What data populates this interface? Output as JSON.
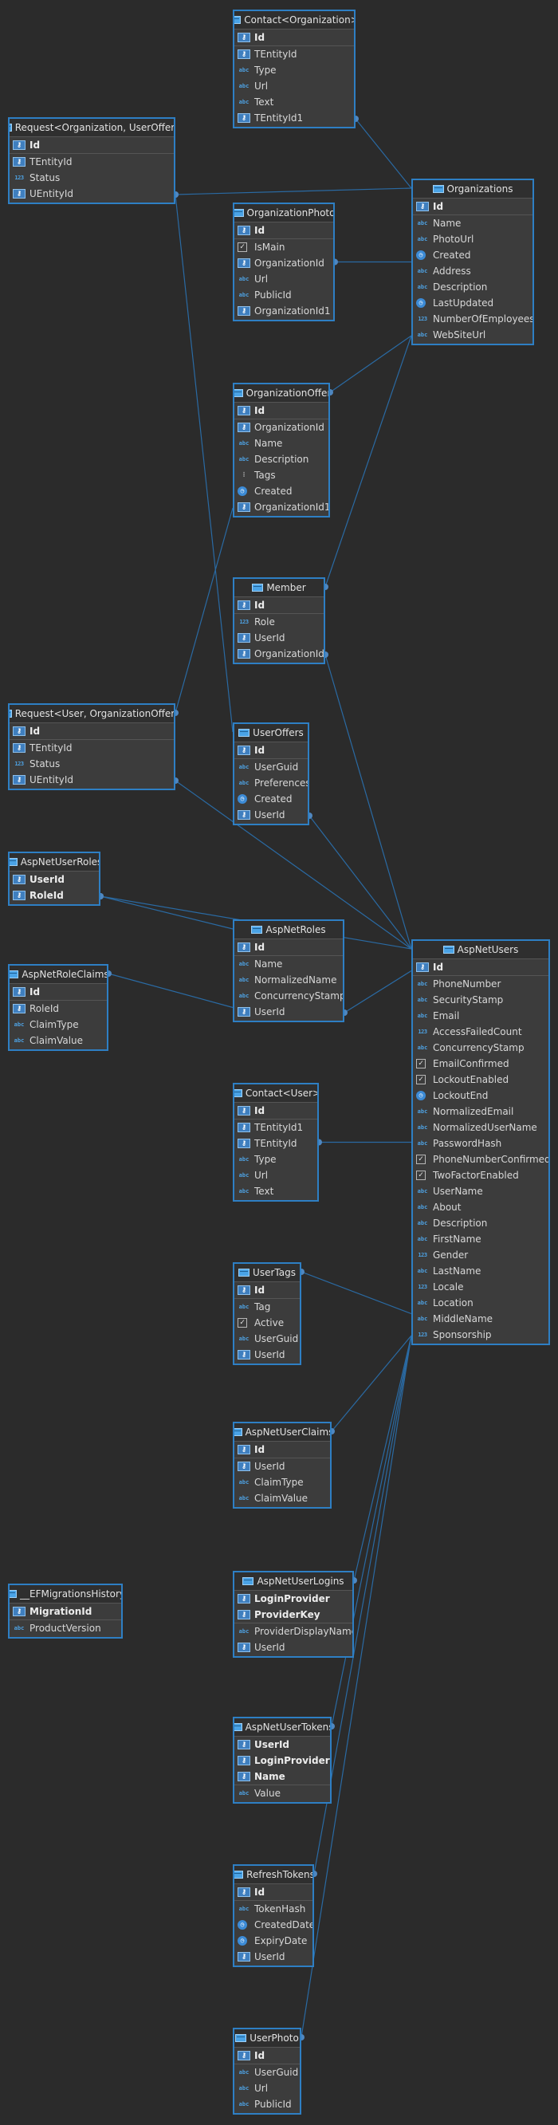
{
  "diagram": {
    "title": "",
    "accent_color": "#2e7fc4",
    "background_color": "#2b2b2b",
    "entities": [
      {
        "id": "contact_org",
        "name": "Contact<Organization>",
        "pk": [
          {
            "name": "Id",
            "icon": "key"
          }
        ],
        "columns": [
          {
            "name": "TEntityId",
            "icon": "key"
          },
          {
            "name": "Type",
            "icon": "abc"
          },
          {
            "name": "Url",
            "icon": "abc"
          },
          {
            "name": "Text",
            "icon": "abc"
          },
          {
            "name": "TEntityId1",
            "icon": "key"
          }
        ]
      },
      {
        "id": "request_org_useroffer",
        "name": "Request<Organization, UserOffer>",
        "pk": [
          {
            "name": "Id",
            "icon": "key"
          }
        ],
        "columns": [
          {
            "name": "TEntityId",
            "icon": "key"
          },
          {
            "name": "Status",
            "icon": "num"
          },
          {
            "name": "UEntityId",
            "icon": "key"
          }
        ]
      },
      {
        "id": "organizations",
        "name": "Organizations",
        "pk": [
          {
            "name": "Id",
            "icon": "key"
          }
        ],
        "columns": [
          {
            "name": "Name",
            "icon": "abc"
          },
          {
            "name": "PhotoUrl",
            "icon": "abc"
          },
          {
            "name": "Created",
            "icon": "date"
          },
          {
            "name": "Address",
            "icon": "abc"
          },
          {
            "name": "Description",
            "icon": "abc"
          },
          {
            "name": "LastUpdated",
            "icon": "date"
          },
          {
            "name": "NumberOfEmployees",
            "icon": "num"
          },
          {
            "name": "WebSiteUrl",
            "icon": "abc"
          }
        ]
      },
      {
        "id": "org_photo",
        "name": "OrganizationPhoto",
        "pk": [
          {
            "name": "Id",
            "icon": "key"
          }
        ],
        "columns": [
          {
            "name": "IsMain",
            "icon": "bool"
          },
          {
            "name": "OrganizationId",
            "icon": "key"
          },
          {
            "name": "Url",
            "icon": "abc"
          },
          {
            "name": "PublicId",
            "icon": "abc"
          },
          {
            "name": "OrganizationId1",
            "icon": "key"
          }
        ]
      },
      {
        "id": "org_offer",
        "name": "OrganizationOffer",
        "pk": [
          {
            "name": "Id",
            "icon": "key"
          }
        ],
        "columns": [
          {
            "name": "OrganizationId",
            "icon": "key"
          },
          {
            "name": "Name",
            "icon": "abc"
          },
          {
            "name": "Description",
            "icon": "abc"
          },
          {
            "name": "Tags",
            "icon": "list"
          },
          {
            "name": "Created",
            "icon": "date"
          },
          {
            "name": "OrganizationId1",
            "icon": "key"
          }
        ]
      },
      {
        "id": "member",
        "name": "Member",
        "pk": [
          {
            "name": "Id",
            "icon": "key"
          }
        ],
        "columns": [
          {
            "name": "Role",
            "icon": "num"
          },
          {
            "name": "UserId",
            "icon": "key"
          },
          {
            "name": "OrganizationId",
            "icon": "key"
          }
        ]
      },
      {
        "id": "request_user_orgoffer",
        "name": "Request<User, OrganizationOffer>",
        "pk": [
          {
            "name": "Id",
            "icon": "key"
          }
        ],
        "columns": [
          {
            "name": "TEntityId",
            "icon": "key"
          },
          {
            "name": "Status",
            "icon": "num"
          },
          {
            "name": "UEntityId",
            "icon": "key"
          }
        ]
      },
      {
        "id": "user_offers",
        "name": "UserOffers",
        "pk": [
          {
            "name": "Id",
            "icon": "key"
          }
        ],
        "columns": [
          {
            "name": "UserGuid",
            "icon": "abc"
          },
          {
            "name": "Preferences",
            "icon": "abc"
          },
          {
            "name": "Created",
            "icon": "date"
          },
          {
            "name": "UserId",
            "icon": "key"
          }
        ]
      },
      {
        "id": "asp_user_roles",
        "name": "AspNetUserRoles",
        "pk": [
          {
            "name": "UserId",
            "icon": "key"
          },
          {
            "name": "RoleId",
            "icon": "key"
          }
        ],
        "columns": []
      },
      {
        "id": "asp_roles",
        "name": "AspNetRoles",
        "pk": [
          {
            "name": "Id",
            "icon": "key"
          }
        ],
        "columns": [
          {
            "name": "Name",
            "icon": "abc"
          },
          {
            "name": "NormalizedName",
            "icon": "abc"
          },
          {
            "name": "ConcurrencyStamp",
            "icon": "abc"
          },
          {
            "name": "UserId",
            "icon": "key"
          }
        ]
      },
      {
        "id": "asp_users",
        "name": "AspNetUsers",
        "pk": [
          {
            "name": "Id",
            "icon": "key"
          }
        ],
        "columns": [
          {
            "name": "PhoneNumber",
            "icon": "abc"
          },
          {
            "name": "SecurityStamp",
            "icon": "abc"
          },
          {
            "name": "Email",
            "icon": "abc"
          },
          {
            "name": "AccessFailedCount",
            "icon": "num"
          },
          {
            "name": "ConcurrencyStamp",
            "icon": "abc"
          },
          {
            "name": "EmailConfirmed",
            "icon": "bool"
          },
          {
            "name": "LockoutEnabled",
            "icon": "bool"
          },
          {
            "name": "LockoutEnd",
            "icon": "date"
          },
          {
            "name": "NormalizedEmail",
            "icon": "abc"
          },
          {
            "name": "NormalizedUserName",
            "icon": "abc"
          },
          {
            "name": "PasswordHash",
            "icon": "abc"
          },
          {
            "name": "PhoneNumberConfirmed",
            "icon": "bool"
          },
          {
            "name": "TwoFactorEnabled",
            "icon": "bool"
          },
          {
            "name": "UserName",
            "icon": "abc"
          },
          {
            "name": "About",
            "icon": "abc"
          },
          {
            "name": "Description",
            "icon": "abc"
          },
          {
            "name": "FirstName",
            "icon": "abc"
          },
          {
            "name": "Gender",
            "icon": "num"
          },
          {
            "name": "LastName",
            "icon": "abc"
          },
          {
            "name": "Locale",
            "icon": "num"
          },
          {
            "name": "Location",
            "icon": "abc"
          },
          {
            "name": "MiddleName",
            "icon": "abc"
          },
          {
            "name": "Sponsorship",
            "icon": "num"
          }
        ]
      },
      {
        "id": "asp_role_claims",
        "name": "AspNetRoleClaims",
        "pk": [
          {
            "name": "Id",
            "icon": "key"
          }
        ],
        "columns": [
          {
            "name": "RoleId",
            "icon": "key"
          },
          {
            "name": "ClaimType",
            "icon": "abc"
          },
          {
            "name": "ClaimValue",
            "icon": "abc"
          }
        ]
      },
      {
        "id": "contact_user",
        "name": "Contact<User>",
        "pk": [
          {
            "name": "Id",
            "icon": "key"
          }
        ],
        "columns": [
          {
            "name": "TEntityId1",
            "icon": "key"
          },
          {
            "name": "TEntityId",
            "icon": "key"
          },
          {
            "name": "Type",
            "icon": "abc"
          },
          {
            "name": "Url",
            "icon": "abc"
          },
          {
            "name": "Text",
            "icon": "abc"
          }
        ]
      },
      {
        "id": "user_tags",
        "name": "UserTags",
        "pk": [
          {
            "name": "Id",
            "icon": "key"
          }
        ],
        "columns": [
          {
            "name": "Tag",
            "icon": "abc"
          },
          {
            "name": "Active",
            "icon": "bool"
          },
          {
            "name": "UserGuid",
            "icon": "abc"
          },
          {
            "name": "UserId",
            "icon": "key"
          }
        ]
      },
      {
        "id": "asp_user_claims",
        "name": "AspNetUserClaims",
        "pk": [
          {
            "name": "Id",
            "icon": "key"
          }
        ],
        "columns": [
          {
            "name": "UserId",
            "icon": "key"
          },
          {
            "name": "ClaimType",
            "icon": "abc"
          },
          {
            "name": "ClaimValue",
            "icon": "abc"
          }
        ]
      },
      {
        "id": "ef_history",
        "name": "__EFMigrationsHistory",
        "pk": [
          {
            "name": "MigrationId",
            "icon": "key"
          }
        ],
        "columns": [
          {
            "name": "ProductVersion",
            "icon": "abc"
          }
        ]
      },
      {
        "id": "asp_user_logins",
        "name": "AspNetUserLogins",
        "pk": [
          {
            "name": "LoginProvider",
            "icon": "key"
          },
          {
            "name": "ProviderKey",
            "icon": "key"
          }
        ],
        "columns": [
          {
            "name": "ProviderDisplayName",
            "icon": "abc"
          },
          {
            "name": "UserId",
            "icon": "key"
          }
        ]
      },
      {
        "id": "asp_user_tokens",
        "name": "AspNetUserTokens",
        "pk": [
          {
            "name": "UserId",
            "icon": "key"
          },
          {
            "name": "LoginProvider",
            "icon": "key"
          },
          {
            "name": "Name",
            "icon": "key"
          }
        ],
        "columns": [
          {
            "name": "Value",
            "icon": "abc"
          }
        ]
      },
      {
        "id": "refresh_tokens",
        "name": "RefreshTokens",
        "pk": [
          {
            "name": "Id",
            "icon": "key"
          }
        ],
        "columns": [
          {
            "name": "TokenHash",
            "icon": "abc"
          },
          {
            "name": "CreatedDate",
            "icon": "date"
          },
          {
            "name": "ExpiryDate",
            "icon": "date"
          },
          {
            "name": "UserId",
            "icon": "key"
          }
        ]
      },
      {
        "id": "user_photo",
        "name": "UserPhoto",
        "pk": [
          {
            "name": "Id",
            "icon": "key"
          }
        ],
        "columns": [
          {
            "name": "UserGuid",
            "icon": "abc"
          },
          {
            "name": "Url",
            "icon": "abc"
          },
          {
            "name": "PublicId",
            "icon": "abc"
          }
        ]
      }
    ],
    "relationships": [
      {
        "from": "contact_org",
        "to": "organizations"
      },
      {
        "from": "request_org_useroffer",
        "to": "organizations"
      },
      {
        "from": "request_org_useroffer",
        "to": "user_offers"
      },
      {
        "from": "org_photo",
        "to": "organizations"
      },
      {
        "from": "org_offer",
        "to": "organizations"
      },
      {
        "from": "member",
        "to": "organizations"
      },
      {
        "from": "member",
        "to": "asp_users"
      },
      {
        "from": "request_user_orgoffer",
        "to": "org_offer"
      },
      {
        "from": "request_user_orgoffer",
        "to": "asp_users"
      },
      {
        "from": "user_offers",
        "to": "asp_users"
      },
      {
        "from": "asp_user_roles",
        "to": "asp_roles"
      },
      {
        "from": "asp_user_roles",
        "to": "asp_users"
      },
      {
        "from": "asp_role_claims",
        "to": "asp_roles"
      },
      {
        "from": "asp_roles",
        "to": "asp_users"
      },
      {
        "from": "contact_user",
        "to": "asp_users"
      },
      {
        "from": "user_tags",
        "to": "asp_users"
      },
      {
        "from": "asp_user_claims",
        "to": "asp_users"
      },
      {
        "from": "asp_user_logins",
        "to": "asp_users"
      },
      {
        "from": "asp_user_tokens",
        "to": "asp_users"
      },
      {
        "from": "refresh_tokens",
        "to": "asp_users"
      },
      {
        "from": "user_photo",
        "to": "asp_users"
      }
    ]
  }
}
